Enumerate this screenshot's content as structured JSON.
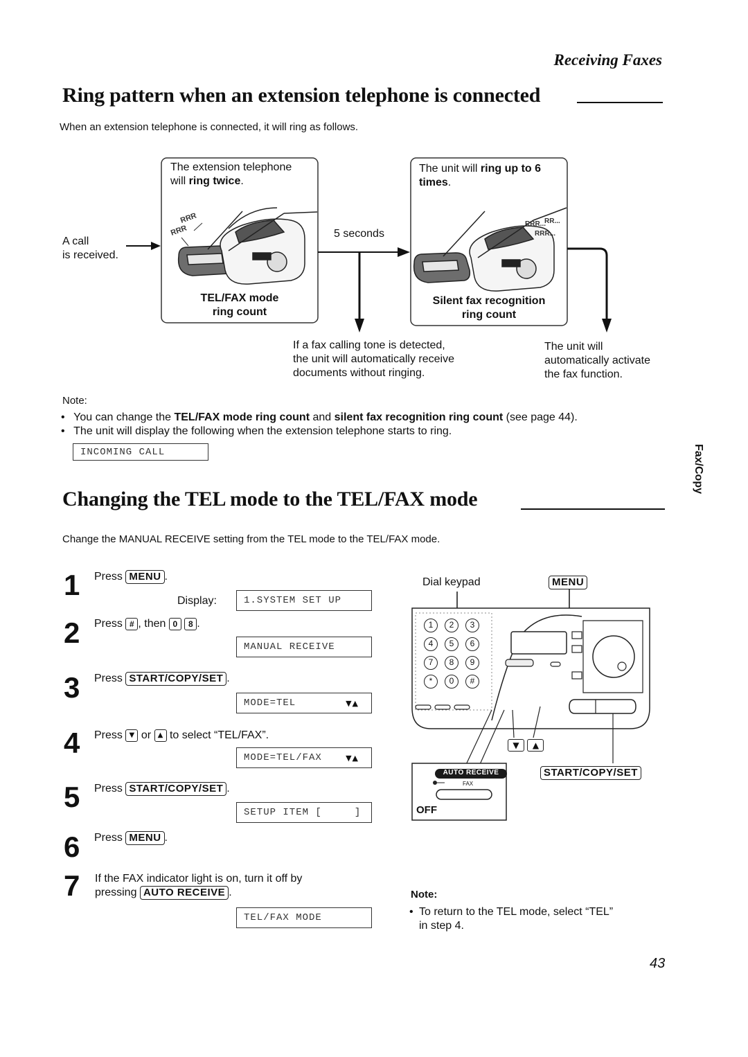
{
  "header": {
    "section": "Receiving Faxes"
  },
  "section1": {
    "title": "Ring pattern when an extension telephone is connected",
    "intro": "When an extension telephone is connected, it will ring as follows.",
    "call_label_1": "A call",
    "call_label_2": "is received.",
    "box_left_text_1": "The extension telephone",
    "box_left_text_2a": "will ",
    "box_left_text_2b": "ring twice",
    "box_left_text_2c": ".",
    "box_left_caption_1": "TEL/FAX mode",
    "box_left_caption_2": "ring count",
    "seconds_label": "5 seconds",
    "box_right_text_1a": "The unit will ",
    "box_right_text_1b": "ring up to 6",
    "box_right_text_2a": "times",
    "box_right_text_2b": ".",
    "box_right_caption_1": "Silent fax recognition",
    "box_right_caption_2": "ring count",
    "ring_sound_left": "RRR",
    "ring_sound_right": "RRR...",
    "fax_tone_1": "If a fax calling tone is detected,",
    "fax_tone_2": "the unit will automatically receive",
    "fax_tone_3": "documents without ringing.",
    "auto_1": "The unit will",
    "auto_2": "automatically activate",
    "auto_3": "the fax function.",
    "note_label": "Note:",
    "note1_a": "You can change the ",
    "note1_b": "TEL/FAX mode ring count",
    "note1_c": " and ",
    "note1_d": "silent fax recognition ring count",
    "note1_e": " (see page 44).",
    "note2": "The unit will display the following when the extension telephone starts to ring.",
    "display_incoming": "INCOMING CALL"
  },
  "side_tab": "Fax/Copy",
  "section2": {
    "title": "Changing the TEL mode to the TEL/FAX mode",
    "intro": "Change the MANUAL RECEIVE setting from the TEL mode to the TEL/FAX mode.",
    "steps": [
      {
        "num": "1",
        "press": "Press",
        "key": "MENU",
        "end": ".",
        "display_label": "Display:",
        "display": "1.SYSTEM SET UP"
      },
      {
        "num": "2",
        "press": "Press",
        "key": "#",
        "mid": ", then",
        "key2": "0",
        "key3": "8",
        "end": ".",
        "display": "MANUAL RECEIVE"
      },
      {
        "num": "3",
        "press": "Press",
        "key": "START/COPY/SET",
        "end": ".",
        "display": "MODE=TEL"
      },
      {
        "num": "4",
        "press": "Press",
        "key": "▼",
        "mid": "or",
        "key2": "▲",
        "end": "to select “TEL/FAX”.",
        "display": "MODE=TEL/FAX"
      },
      {
        "num": "5",
        "press": "Press",
        "key": "START/COPY/SET",
        "end": ".",
        "display": "SETUP ITEM [     ]"
      },
      {
        "num": "6",
        "press": "Press",
        "key": "MENU",
        "end": "."
      },
      {
        "num": "7",
        "line1": "If the FAX indicator light is on, turn it off by",
        "press": "pressing",
        "key": "AUTO RECEIVE",
        "end": ".",
        "display": "TEL/FAX MODE"
      }
    ],
    "arrows_glyph": "▼▲",
    "panel": {
      "dial_keypad": "Dial keypad",
      "menu": "MENU",
      "start_copy_set": "START/COPY/SET",
      "auto_receive": "AUTO RECEIVE",
      "fax": "FAX",
      "off": "OFF",
      "down_key": "▼",
      "up_key": "▲",
      "keys": [
        "1",
        "2",
        "3",
        "4",
        "5",
        "6",
        "7",
        "8",
        "9",
        "*",
        "0",
        "#"
      ]
    },
    "note_label": "Note:",
    "note_1": "To return to the TEL mode, select “TEL”",
    "note_2": "in step 4."
  },
  "page_number": "43"
}
